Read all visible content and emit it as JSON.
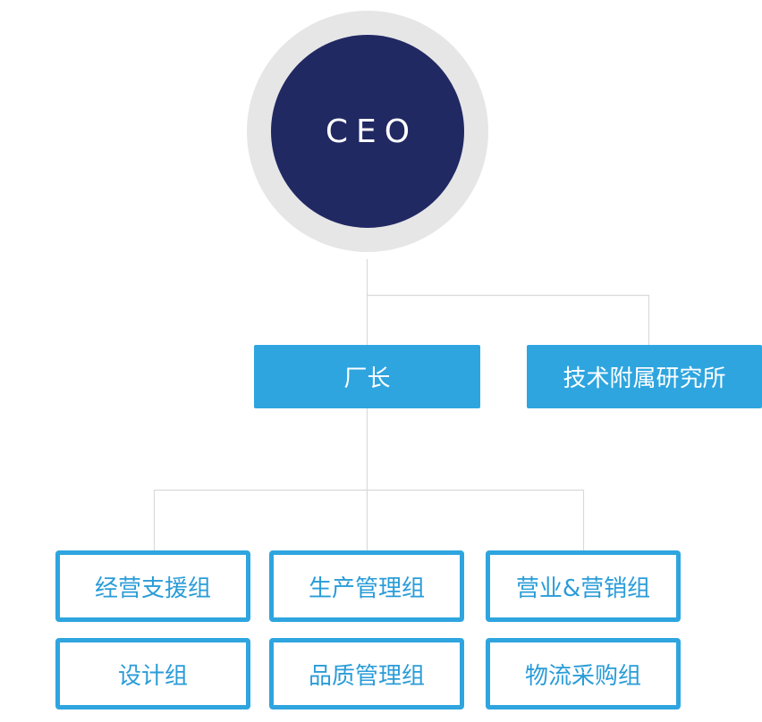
{
  "chart": {
    "root": {
      "label": "CEO",
      "ring_color": "#e6e6e7",
      "fill_color": "#212963"
    },
    "level1": [
      {
        "id": "factory-director",
        "label": "厂长"
      },
      {
        "id": "tech-institute",
        "label": "技术附属研究所"
      }
    ],
    "level2": [
      {
        "id": "ops-support",
        "label": "经营支援组"
      },
      {
        "id": "production-mgmt",
        "label": "生产管理组"
      },
      {
        "id": "sales-marketing",
        "label": "营业&营销组"
      },
      {
        "id": "design",
        "label": "设计组"
      },
      {
        "id": "quality-mgmt",
        "label": "品质管理组"
      },
      {
        "id": "logistics-purchasing",
        "label": "物流采购组"
      }
    ],
    "colors": {
      "accent": "#2ea5df",
      "connector": "#d9d9d9"
    }
  }
}
